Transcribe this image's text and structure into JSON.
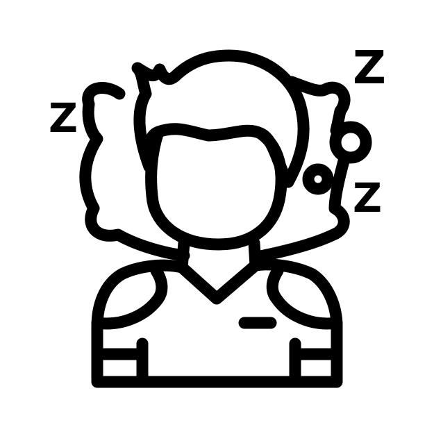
{
  "icon": {
    "name": "sleeping-person-icon",
    "stroke_color": "#000000",
    "background_color": "#ffffff",
    "glyphs": {
      "z_left": "Z",
      "z_top_right": "Z",
      "z_right": "Z"
    }
  }
}
